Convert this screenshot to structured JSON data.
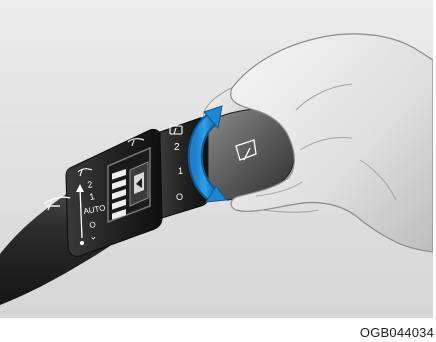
{
  "figure": {
    "code": "OGB044034",
    "colors": {
      "background": "#e4e4e4",
      "arrow": "#1e8ad6"
    }
  },
  "lever": {
    "front_wiper_ring": {
      "icon": "front-wiper-icon",
      "scale": [
        "2",
        "1",
        "AUTO",
        "O",
        "⌄"
      ]
    },
    "rear_wiper_ring": {
      "icon": "rear-wiper-icon",
      "scale": [
        "2",
        "1",
        "O"
      ]
    },
    "tip": {
      "icon": "rear-washer-icon"
    }
  }
}
